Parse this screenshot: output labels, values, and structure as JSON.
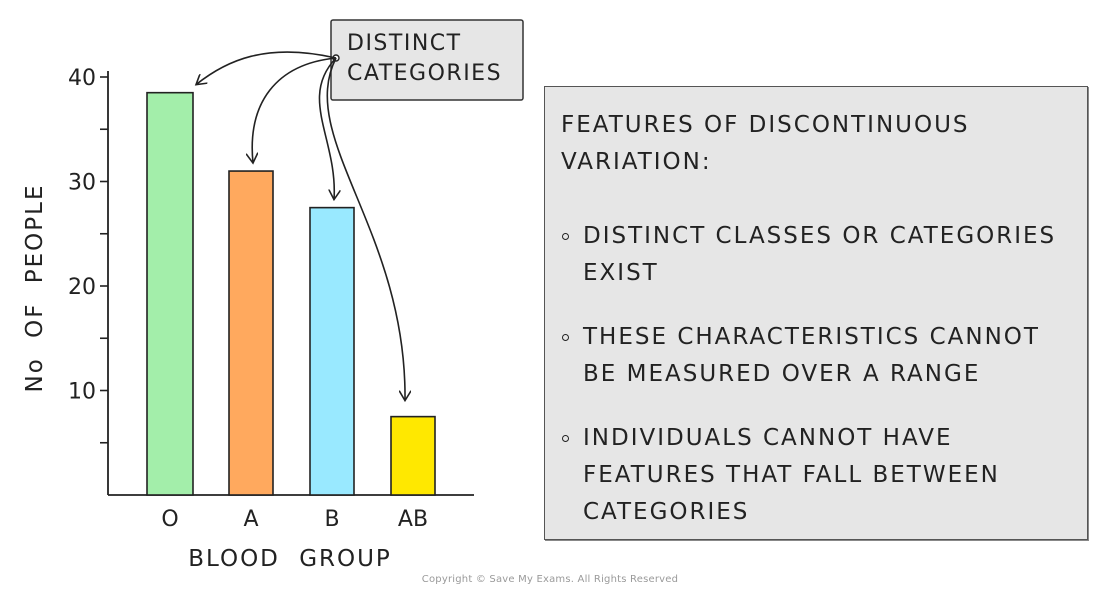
{
  "chart_data": {
    "type": "bar",
    "categories": [
      "O",
      "A",
      "B",
      "AB"
    ],
    "values": [
      38.5,
      31,
      27.5,
      7.5
    ],
    "colors": [
      "#a3eeaa",
      "#ffa95e",
      "#99e9ff",
      "#ffe800"
    ],
    "xlabel": "BLOOD GROUP",
    "ylabel": "No OF PEOPLE",
    "yticks": [
      10,
      20,
      30,
      40
    ],
    "ylim": [
      0,
      40
    ],
    "grid": false,
    "annotation": {
      "lines": [
        "DISTINCT",
        "CATEGORIES"
      ],
      "points_to": [
        "O",
        "A",
        "B",
        "AB"
      ],
      "fill": "#e6e6e6"
    }
  },
  "features": {
    "title": "FEATURES OF DISCONTINUOUS VARIATION:",
    "items": [
      "DISTINCT CLASSES OR CATEGORIES EXIST",
      "THESE CHARACTERISTICS CANNOT BE MEASURED OVER A RANGE",
      "INDIVIDUALS CANNOT HAVE FEATURES THAT FALL BETWEEN CATEGORIES"
    ]
  },
  "copyright": "Copyright © Save My Exams. All Rights Reserved"
}
